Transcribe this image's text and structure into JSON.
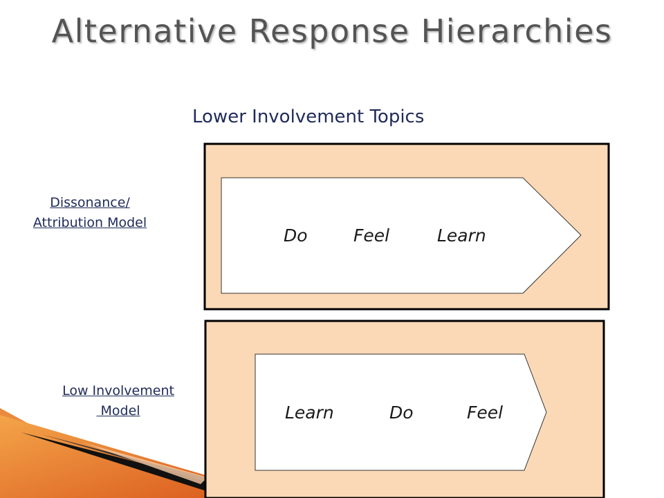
{
  "slide": {
    "title": "Alternative Response Hierarchies",
    "subtitle": "Lower Involvement Topics"
  },
  "models": [
    {
      "link_label": "Dissonance/\nAttribution Model",
      "steps": [
        "Do",
        "Feel",
        "Learn"
      ]
    },
    {
      "link_label": "Low Involvement\n Model",
      "steps": [
        "Learn",
        "Do",
        "Feel"
      ]
    }
  ],
  "colors": {
    "panel_fill": "#fcd9b6",
    "panel_border": "#000000",
    "arrow_fill": "#ffffff",
    "title_text": "#545454",
    "subtitle_text": "#1f2a5a",
    "link_text": "#1f2a5a",
    "accent_orange": "#e8661a"
  }
}
